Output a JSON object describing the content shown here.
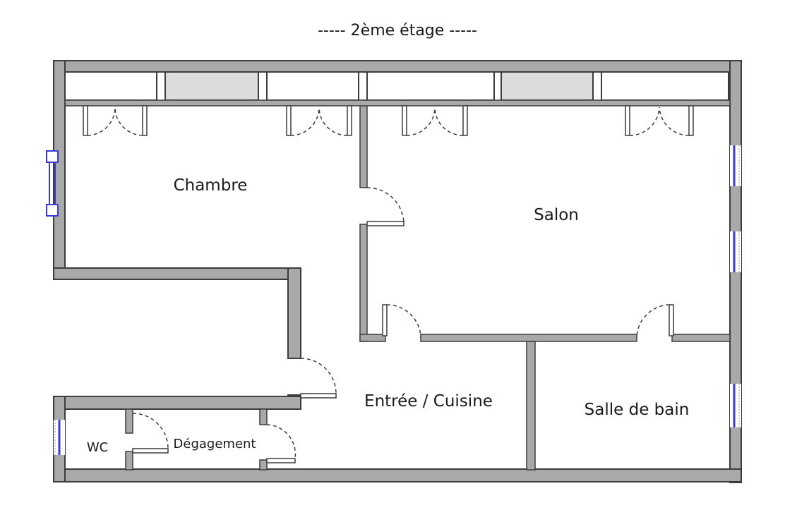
{
  "title": "----- 2ème étage -----",
  "rooms": {
    "chambre": "Chambre",
    "salon": "Salon",
    "entree_cuisine": "Entrée / Cuisine",
    "salle_de_bain": "Salle de bain",
    "wc": "WC",
    "degagement": "Dégagement"
  },
  "colors": {
    "wall": "#a9a9a9",
    "wall_outline": "#3c3c3c",
    "window": "#3a3ad6",
    "closet_fill": "#dcdcdc"
  }
}
